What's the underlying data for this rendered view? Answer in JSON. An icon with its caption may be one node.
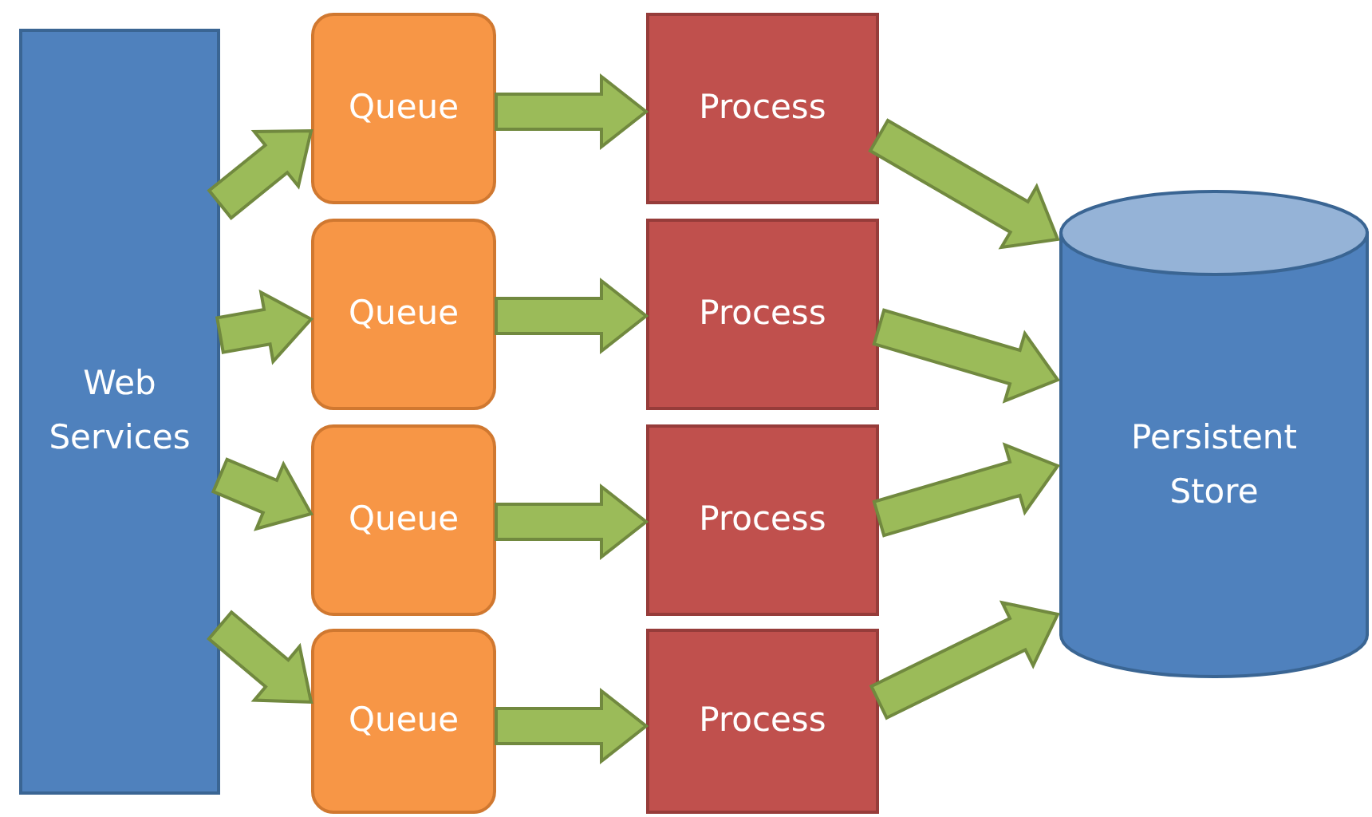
{
  "diagram": {
    "nodes": [
      {
        "text": [
          "Web Services"
        ]
      },
      {
        "text": [
          "Queue"
        ]
      },
      {
        "text": [
          "Queue"
        ]
      },
      {
        "text": [
          "Queue"
        ]
      },
      {
        "text": [
          "Queue"
        ]
      },
      {
        "text": [
          "Process"
        ]
      },
      {
        "text": [
          "Process"
        ]
      },
      {
        "text": [
          "Process"
        ]
      },
      {
        "text": [
          "Process"
        ]
      },
      {
        "text": [
          "Persistent Store"
        ]
      }
    ],
    "edges": [
      {
        "from": 0,
        "to": 1,
        "arrow": "to",
        "style": "thick"
      },
      {
        "from": 0,
        "to": 2,
        "arrow": "to",
        "style": "thick"
      },
      {
        "from": 0,
        "to": 3,
        "arrow": "to",
        "style": "thick"
      },
      {
        "from": 0,
        "to": 4,
        "arrow": "to",
        "style": "thick"
      },
      {
        "from": 1,
        "to": 5,
        "arrow": "to",
        "style": "thick"
      },
      {
        "from": 2,
        "to": 6,
        "arrow": "to",
        "style": "thick"
      },
      {
        "from": 3,
        "to": 7,
        "arrow": "to",
        "style": "thick"
      },
      {
        "from": 4,
        "to": 8,
        "arrow": "to",
        "style": "thick"
      },
      {
        "from": 5,
        "to": 9,
        "arrow": "to",
        "style": "thick"
      },
      {
        "from": 6,
        "to": 9,
        "arrow": "to",
        "style": "thick"
      },
      {
        "from": 7,
        "to": 9,
        "arrow": "to",
        "style": "thick"
      },
      {
        "from": 8,
        "to": 9,
        "arrow": "to",
        "style": "thick"
      }
    ]
  }
}
